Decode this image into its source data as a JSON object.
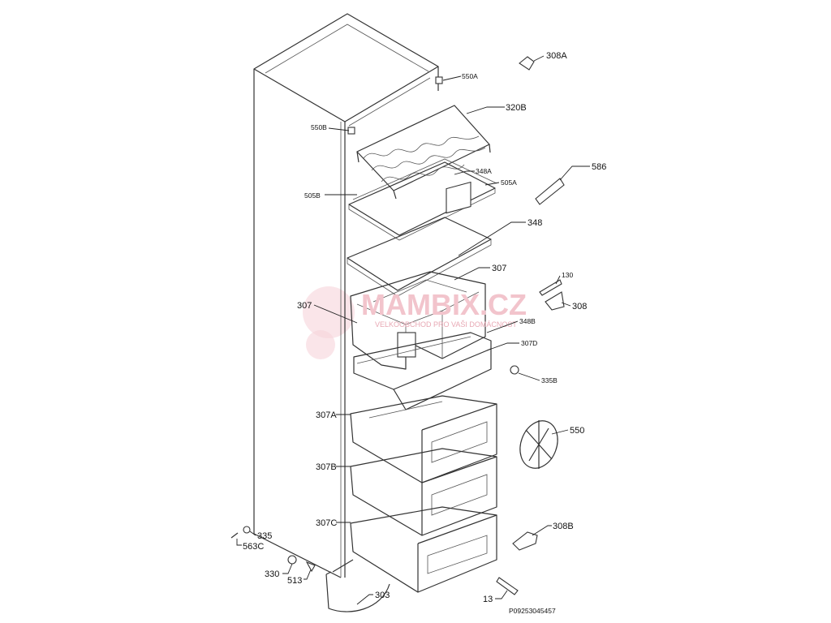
{
  "diagram": {
    "type": "exploded-parts-view",
    "drawing_code": "P09253045457",
    "watermark": {
      "brand": "MAMBIX.CZ",
      "tagline": "VELKOOBCHOD PRO VAŠI DOMÁCNOST"
    },
    "labels": {
      "l308A": "308A",
      "l550A": "550A",
      "l320B": "320B",
      "l550B": "550B",
      "l348A": "348A",
      "l505A": "505A",
      "l505B": "505B",
      "l586": "586",
      "l348": "348",
      "l307r": "307",
      "l130": "130",
      "l307l": "307",
      "l308": "308",
      "l348B": "348B",
      "l307D": "307D",
      "l335B": "335B",
      "l550": "550",
      "l307A": "307A",
      "l307B": "307B",
      "l307C": "307C",
      "l308B": "308B",
      "l335": "335",
      "l563C": "563C",
      "l330": "330",
      "l513": "513",
      "l303": "303",
      "l13": "13"
    }
  }
}
